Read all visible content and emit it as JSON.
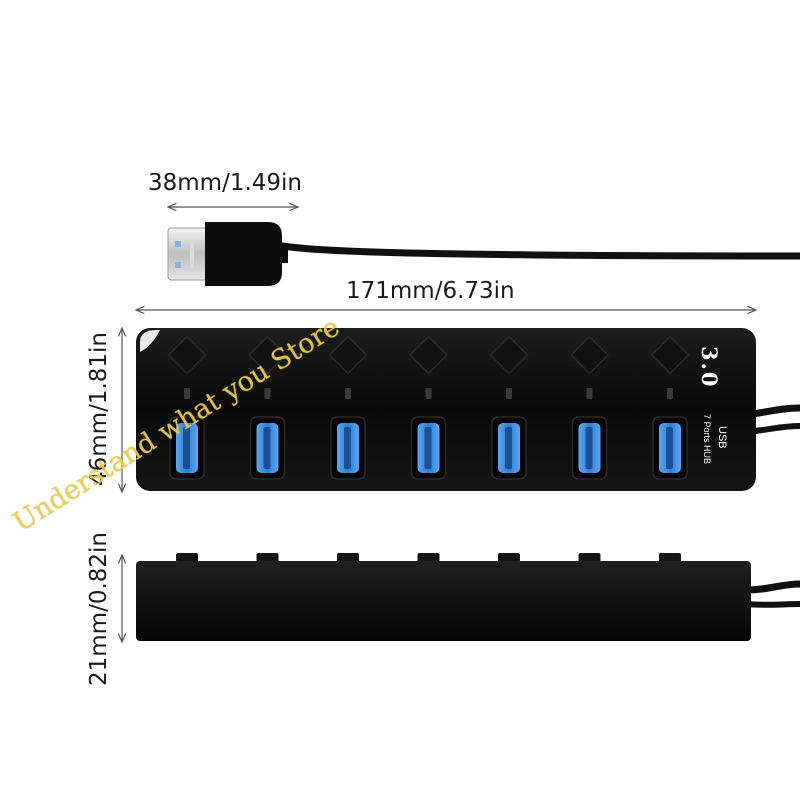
{
  "dimensions": {
    "plug_length": "38mm/1.49in",
    "hub_length": "171mm/6.73in",
    "hub_width": "46mm/1.81in",
    "hub_height": "21mm/0.82in"
  },
  "hub_branding": {
    "version": "3.0",
    "usb": "USB",
    "ports": "7 Ports HUB"
  },
  "watermark": "Understand what you Store",
  "product": {
    "port_count": 7,
    "port_color": "#3d8fe0",
    "body_color": "#0b0b0b"
  }
}
